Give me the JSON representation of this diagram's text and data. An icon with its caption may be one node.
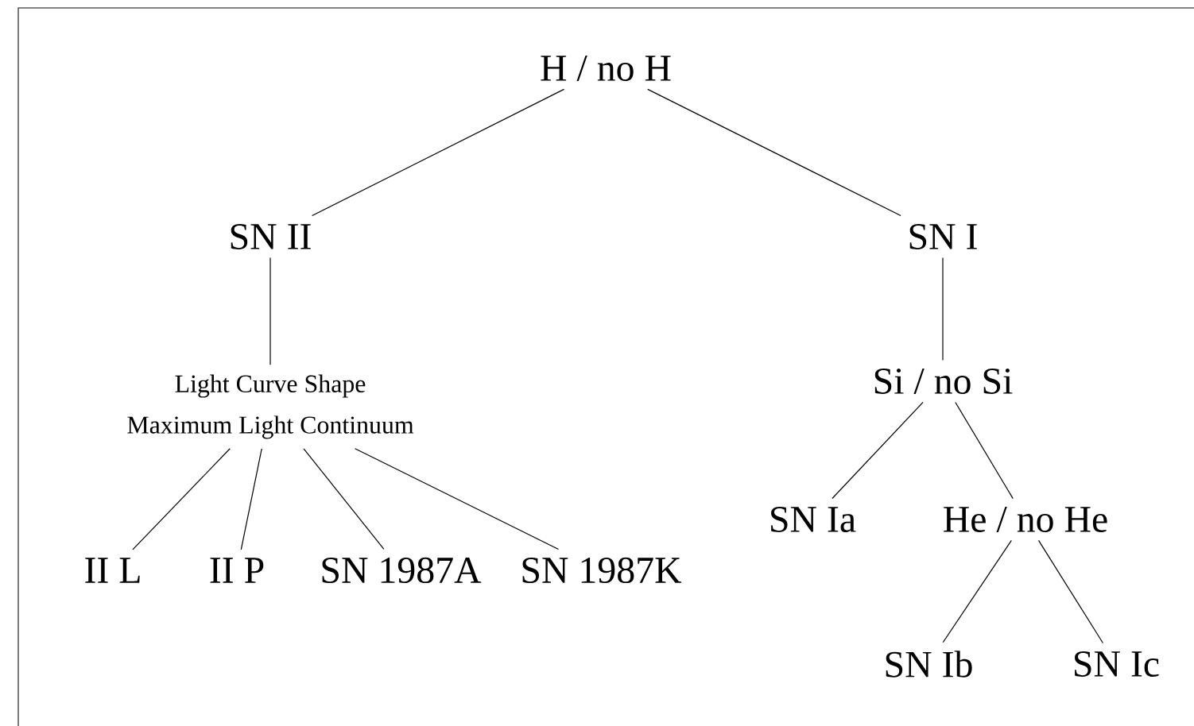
{
  "diagram": {
    "nodes": [
      {
        "text": [
          "H / no H"
        ]
      },
      {
        "text": [
          "SN II"
        ]
      },
      {
        "text": [
          "SN I"
        ]
      },
      {
        "text": [
          "Light Curve Shape",
          "Maximum Light Continuum"
        ]
      },
      {
        "text": [
          "II L"
        ]
      },
      {
        "text": [
          "II P"
        ]
      },
      {
        "text": [
          "SN 1987A"
        ]
      },
      {
        "text": [
          "SN 1987K"
        ]
      },
      {
        "text": [
          "Si / no Si"
        ]
      },
      {
        "text": [
          "SN Ia"
        ]
      },
      {
        "text": [
          "He / no He"
        ]
      },
      {
        "text": [
          "SN Ib"
        ]
      },
      {
        "text": [
          "SN Ic"
        ]
      }
    ],
    "edges": [
      {
        "from": 0,
        "to": 1,
        "arrow": "none"
      },
      {
        "from": 0,
        "to": 2,
        "arrow": "none"
      },
      {
        "from": 1,
        "to": 3,
        "arrow": "none"
      },
      {
        "from": 3,
        "to": 4,
        "arrow": "none"
      },
      {
        "from": 3,
        "to": 5,
        "arrow": "none"
      },
      {
        "from": 3,
        "to": 6,
        "arrow": "none"
      },
      {
        "from": 3,
        "to": 7,
        "arrow": "none"
      },
      {
        "from": 2,
        "to": 8,
        "arrow": "none"
      },
      {
        "from": 8,
        "to": 9,
        "arrow": "none"
      },
      {
        "from": 8,
        "to": 10,
        "arrow": "none"
      },
      {
        "from": 10,
        "to": 11,
        "arrow": "none"
      },
      {
        "from": 10,
        "to": 12,
        "arrow": "none"
      }
    ]
  }
}
